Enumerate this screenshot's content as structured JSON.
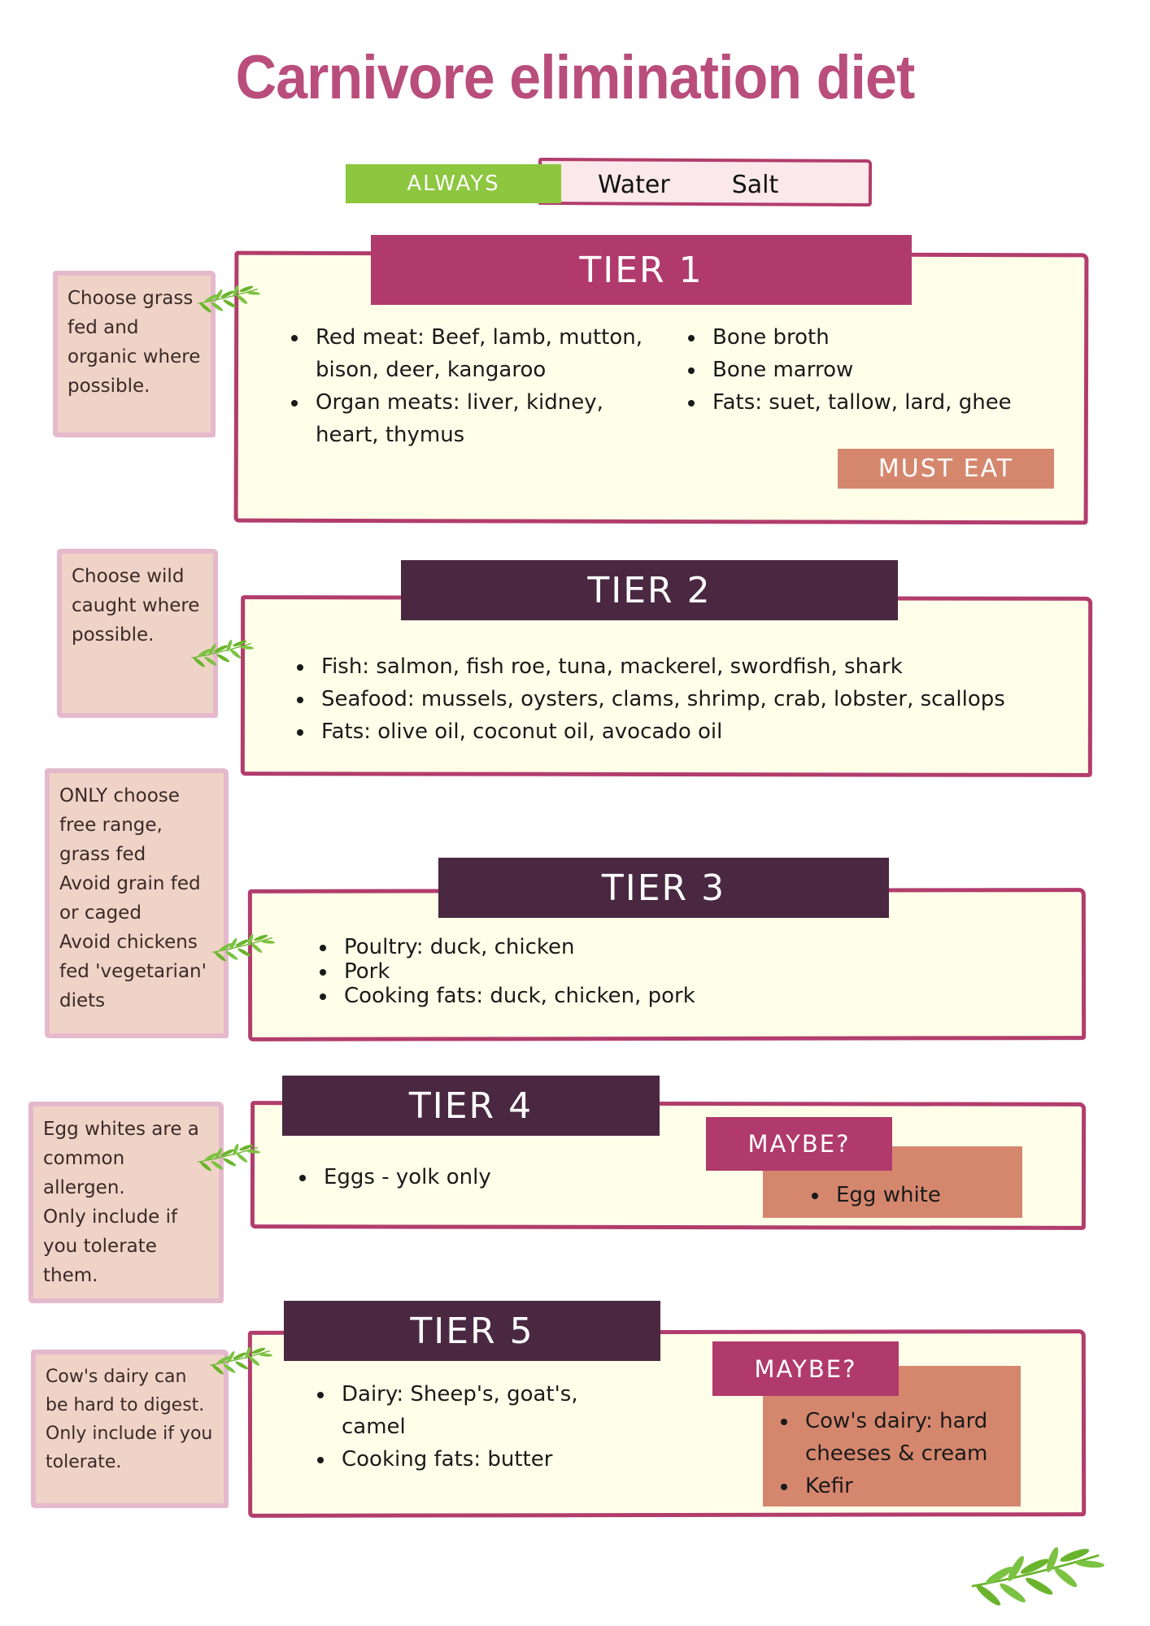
{
  "title": "Carnivore elimination diet",
  "always": {
    "label": "ALWAYS",
    "items": [
      "Water",
      "Salt"
    ]
  },
  "tiers": [
    {
      "label": "TIER 1",
      "note": "Choose grass fed and organic where possible.",
      "items_left": [
        "Red meat: Beef, lamb, mutton, bison, deer, kangaroo",
        "Organ meats: liver, kidney, heart, thymus"
      ],
      "items_right": [
        "Bone broth",
        "Bone marrow",
        "Fats: suet, tallow, lard, ghee"
      ],
      "badge": "MUST EAT"
    },
    {
      "label": "TIER 2",
      "note": "Choose wild caught where possible.",
      "items": [
        "Fish: salmon, fish roe, tuna, mackerel, swordfish, shark",
        "Seafood: mussels, oysters, clams, shrimp, crab, lobster, scallops",
        "Fats: olive oil, coconut oil, avocado oil"
      ]
    },
    {
      "label": "TIER 3",
      "note_lines": [
        "ONLY choose free range, grass fed",
        "Avoid grain fed or caged",
        "Avoid chickens fed 'vegetarian' diets"
      ],
      "items": [
        "Poultry: duck, chicken",
        "Pork",
        "Cooking fats: duck, chicken, pork"
      ]
    },
    {
      "label": "TIER 4",
      "note_lines": [
        "Egg whites are a common allergen.",
        "Only include if you tolerate them."
      ],
      "items": [
        "Eggs - yolk only"
      ],
      "maybe_label": "MAYBE?",
      "maybe_items": [
        "Egg white"
      ]
    },
    {
      "label": "TIER 5",
      "note_lines": [
        "Cow's dairy can be hard to digest.",
        "Only include if you tolerate."
      ],
      "items": [
        "Dairy: Sheep's, goat's, camel",
        "Cooking fats: butter"
      ],
      "maybe_label": "MAYBE?",
      "maybe_items": [
        "Cow's dairy: hard cheeses & cream",
        "Kefir"
      ]
    }
  ],
  "colors": {
    "title": "#b94d7b",
    "always_green": "#8dc63f",
    "tier_border": "#b23d6d",
    "tier1_header": "#b03a6b",
    "tier_header_plum": "#4a2841",
    "note_bg": "#f0d3c7",
    "badge_peach": "#d5876e",
    "box_bg": "#fefee9",
    "leaf_green": "#6ab42d"
  }
}
